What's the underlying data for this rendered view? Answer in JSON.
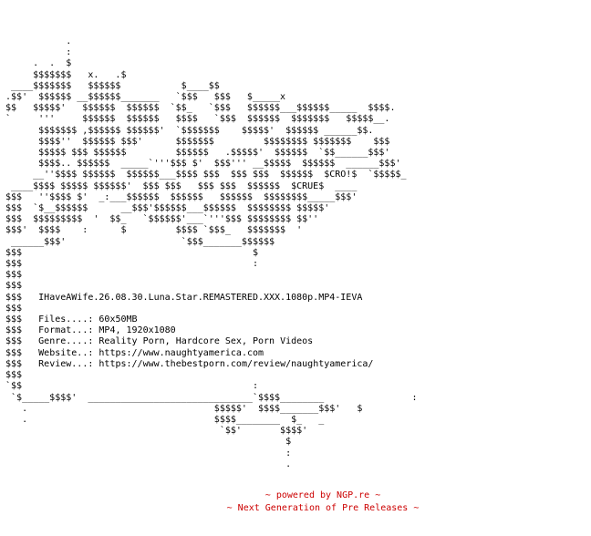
{
  "logo_art": [
    "            .",
    "            :",
    "      .  .  $",
    "      $$$$$$$   x.   .$",
    "  ____$$$$$$$   $$$$$$           $____$$",
    " .$$'  $$$$$$ __$$$$$$_______   `$$$   $$$   $_____x",
    " $$   $$$$$'   $$$$$$  $$$$$$  `$$_   `$$$   $$$$$$___$$$$$$_____  $$$$.",
    " `     '''     $$$$$$  $$$$$$   $$$$   `$$$  $$$$$$  $$$$$$$   $$$$$__.",
    "       $$$$$$$ ,$$$$$$ $$$$$$'  `$$$$$$$    $$$$$'  $$$$$$ ______$$.",
    "       $$$$''  $$$$$$ $$$'      $$$$$$$         $$$$$$$$ $$$$$$$    $$$",
    "       $$$$$ $$$ $$$$$$         $$$$$$   .$$$$$'  $$$$$$  `$$______$$$'",
    "       $$$$.. $$$$$$  _____`'''$$$ $'  $$$''' __$$$$$  $$$$$$  ______$$$'",
    "      __''$$$$ $$$$$$  $$$$$$___$$$$ $$$  $$$ $$$  $$$$$$  $CRO!$  `$$$$$_",
    "  ____$$$$ $$$$$ $$$$$$'  $$$ $$$   $$$ $$$  $$$$$$  $CRUE$  ____",
    " $$$   ''$$$$ $'  _:___$$$$$$  $$$$$$   $$$$$$  $$$$$$$$_____$$$'",
    " $$$  `$__$$$$$$      __$$$'$$$$$$___$$$$$$  $$$$$$$$ $$$$$'",
    " $$$  $$$$$$$$$  '  $$_   `$$$$$$'___`'''$$$ $$$$$$$$ $$''",
    " $$$'  $$$$    :      $         $$$$ `$$$_   $$$$$$$  '",
    "  ______$$$'                     `$$$_______$$$$$$",
    " $$$                                          $",
    " $$$                                          :",
    " $$$",
    " $$$"
  ],
  "release": {
    "title": "IHaveAWife.26.08.30.Luna.Star.REMASTERED.XXX.1080p.MP4-IEVA",
    "fields": [
      {
        "label": "Files....:",
        "value": "60x50MB"
      },
      {
        "label": "Format...:",
        "value": "MP4, 1920x1080"
      },
      {
        "label": "Genre....:",
        "value": "Reality Porn, Hardcore Sex, Porn Videos"
      },
      {
        "label": "Website..:",
        "value": "https://www.naughtyamerica.com"
      },
      {
        "label": "Review...:",
        "value": "https://www.thebestporn.com/review/naughtyamerica/"
      }
    ]
  },
  "bottom_art": [
    " $$$",
    " `$$                                          :",
    "  `$_____$$$$'  ______________________________`$$$$________                :",
    "    .                                  $$$$$'  $$$$_______$$$'   $",
    "    .                                  $$$$________  $_   _",
    "                                        `$$'       $$$$'",
    "                                                    $",
    "                                                    :",
    "                                                    ."
  ],
  "footer": {
    "line1": "~ powered by NGP.re ~",
    "line2": "~ Next Generation of Pre Releases ~"
  },
  "colors": {
    "text": "#000000",
    "footer": "#cc0000",
    "background": "#ffffff"
  }
}
